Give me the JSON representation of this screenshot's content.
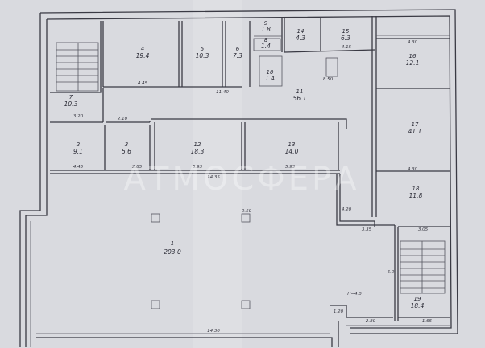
{
  "watermark": "АТМОСФЕРА",
  "rooms": [
    {
      "id": "1",
      "area": "203.0"
    },
    {
      "id": "2",
      "area": "9.1"
    },
    {
      "id": "3",
      "area": "5.6"
    },
    {
      "id": "4",
      "area": "19.4"
    },
    {
      "id": "5",
      "area": "10.3"
    },
    {
      "id": "6",
      "area": "7.3"
    },
    {
      "id": "7",
      "area": "10.3"
    },
    {
      "id": "8",
      "area": "1.4"
    },
    {
      "id": "9",
      "area": "1.8"
    },
    {
      "id": "10",
      "area": "1.4"
    },
    {
      "id": "11",
      "area": "56.1"
    },
    {
      "id": "12",
      "area": "18.3"
    },
    {
      "id": "13",
      "area": "14.0"
    },
    {
      "id": "14",
      "area": "4.3"
    },
    {
      "id": "15",
      "area": "6.3"
    },
    {
      "id": "16",
      "area": "12.1"
    },
    {
      "id": "17",
      "area": "41.1"
    },
    {
      "id": "18",
      "area": "11.8"
    },
    {
      "id": "19",
      "area": "18.4"
    }
  ],
  "dimensions": [
    "4.45",
    "2.85",
    "5.93",
    "5.93",
    "14.35",
    "11.40",
    "4.45",
    "3.20",
    "14.30",
    "3.35",
    "3.05",
    "1.65",
    "2.80",
    "1.20",
    "4.30",
    "4.30",
    "8.50",
    "2.10",
    "4.15",
    "H=4.0",
    "6.0",
    "0.50",
    "4.20"
  ]
}
